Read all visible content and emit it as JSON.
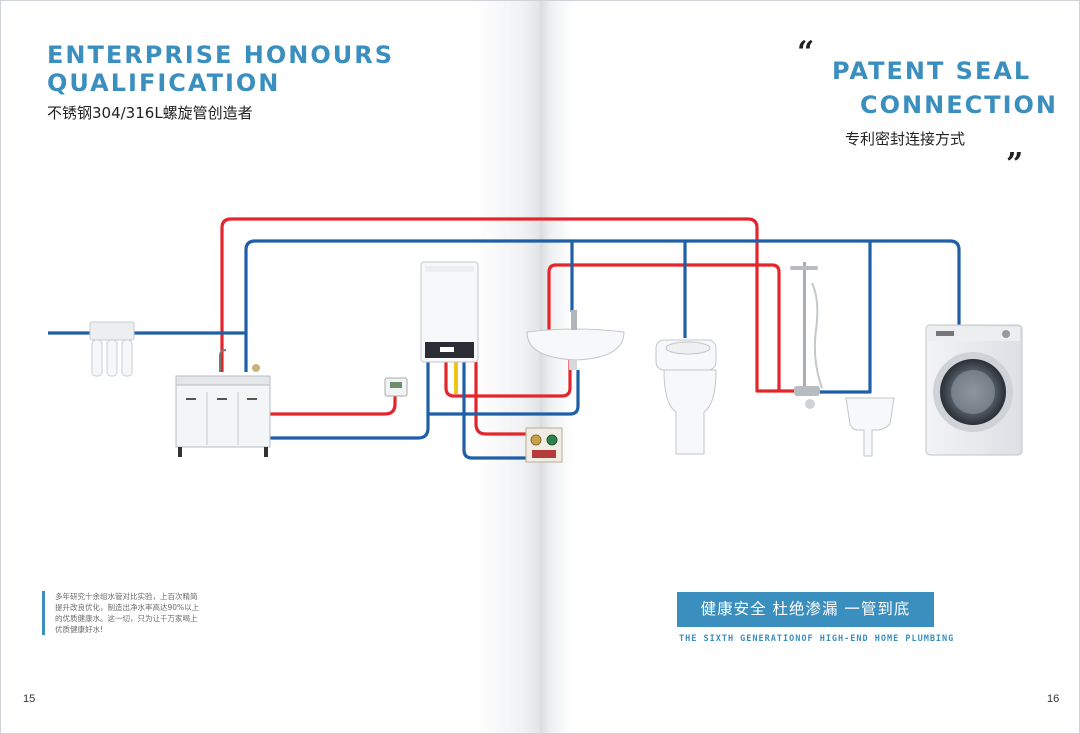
{
  "left_page": {
    "title_line1": "ENTERPRISE HONOURS",
    "title_line2": "QUALIFICATION",
    "subtitle": "不锈钢304/316L螺旋管创造者",
    "description": [
      "多年研究十余组水管对比实验，上百次精简",
      "提升改良优化，制造出净水率高达90%以上",
      "的优质健康水。这一切，只为让千万家喝上",
      "优质健康好水!"
    ],
    "page_number": "15"
  },
  "right_page": {
    "quote_open": "“",
    "title_line1": "PATENT SEAL",
    "title_line2": "CONNECTION",
    "subtitle": "专利密封连接方式",
    "quote_close": "”",
    "banner": "健康安全  杜绝渗漏  一管到底",
    "banner_sub": "THE SIXTH GENERATIONOF HIGH-END HOME PLUMBING",
    "page_number": "16"
  },
  "diagram": {
    "hot_pipe_color": "#e3262b",
    "cold_pipe_color": "#1f5fa8",
    "gas_pipe_color": "#f2c419",
    "fixtures": [
      "water-purifier",
      "kitchen-cabinet",
      "thermostat",
      "wall-boiler",
      "water-manifold",
      "wash-basin",
      "toilet",
      "shower",
      "mop-sink",
      "washing-machine"
    ]
  }
}
